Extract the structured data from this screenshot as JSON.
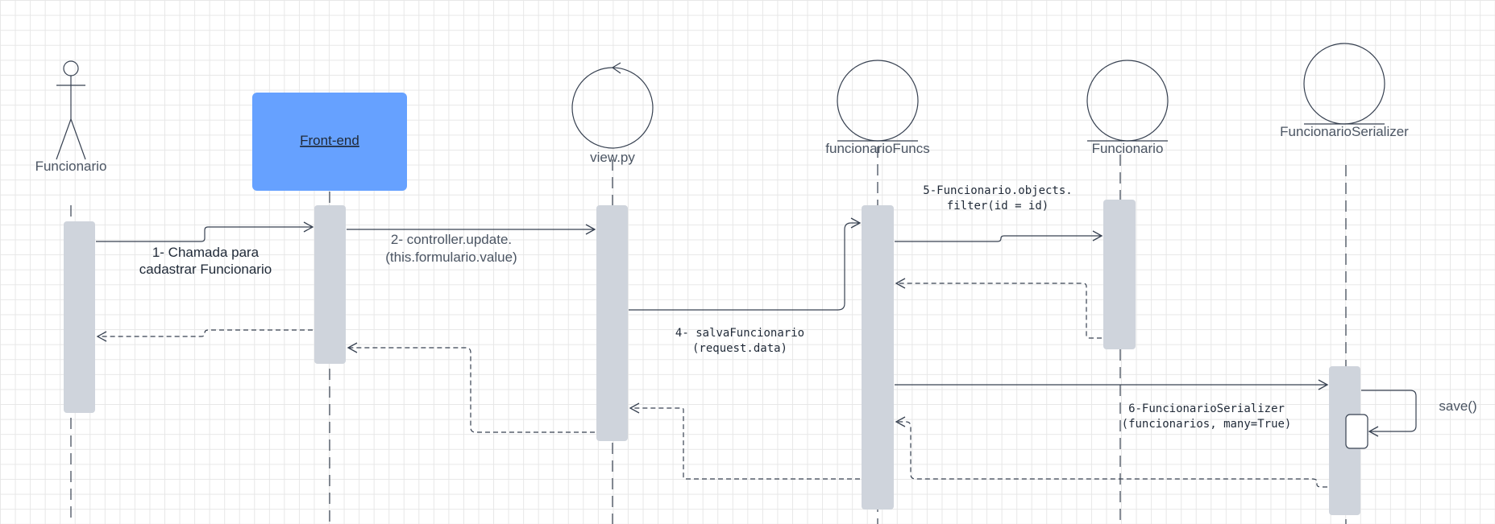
{
  "participants": {
    "actor": "Funcionario",
    "boundary": "Front-end",
    "control": "view.py",
    "entity_funcs": "funcionarioFuncs",
    "entity_model": "Funcionario",
    "entity_serializer": "FuncionarioSerializer"
  },
  "messages": {
    "m1_line1": "1- Chamada para",
    "m1_line2": "cadastrar Funcionario",
    "m2_line1": "2- controller.update.",
    "m2_line2": "(this.formulario.value)",
    "m4_line1": "4- salvaFuncionario",
    "m4_line2": "(request.data)",
    "m5_line1": "5-Funcionario.objects.",
    "m5_line2": "filter(id = id)",
    "m6_line1": "6-FuncionarioSerializer",
    "m6_line2": "(funcionarios, many=True)",
    "self_call": "save()"
  },
  "colors": {
    "boundary_fill": "#66a1ff",
    "activation_fill": "#cfd4dc",
    "line": "#374151"
  }
}
